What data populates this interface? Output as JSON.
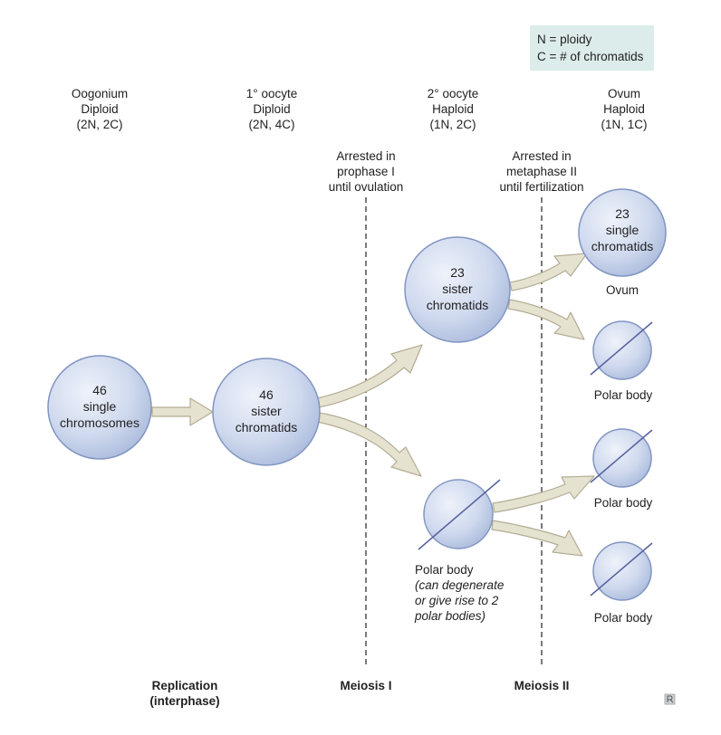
{
  "legend": {
    "line1": "N = ploidy",
    "line2": "C = # of chromatids",
    "bg_color": "#dcecea"
  },
  "stages": [
    {
      "name": "Oogonium",
      "ploidy": "Diploid",
      "count": "(2N, 2C)"
    },
    {
      "name": "1° oocyte",
      "ploidy": "Diploid",
      "count": "(2N, 4C)"
    },
    {
      "name": "2° oocyte",
      "ploidy": "Haploid",
      "count": "(1N, 2C)"
    },
    {
      "name": "Ovum",
      "ploidy": "Haploid",
      "count": "(1N, 1C)"
    }
  ],
  "arrests": {
    "first": [
      "Arrested in",
      "prophase I",
      "until ovulation"
    ],
    "second": [
      "Arrested in",
      "metaphase II",
      "until fertilization"
    ]
  },
  "cells": {
    "oogonium": [
      "46",
      "single",
      "chromosomes"
    ],
    "primary": [
      "46",
      "sister",
      "chromatids"
    ],
    "secondary": [
      "23",
      "sister",
      "chromatids"
    ],
    "ovum": [
      "23",
      "single",
      "chromatids"
    ]
  },
  "cell_labels": {
    "ovum": "Ovum",
    "polar_body": "Polar body",
    "polar_body_note": [
      "(can degenerate",
      "or give rise to 2",
      "polar bodies)"
    ]
  },
  "phases": {
    "replication": [
      "Replication",
      "(interphase)"
    ],
    "meiosis1": "Meiosis I",
    "meiosis2": "Meiosis II"
  },
  "colors": {
    "cell_fill_light": "#e7edf8",
    "cell_fill_dark": "#a8b9da",
    "cell_stroke": "#8195c2",
    "arrow_fill": "#e6e2d0",
    "arrow_stroke": "#b3ad94",
    "slash": "#55609e",
    "divider": "#333333"
  }
}
